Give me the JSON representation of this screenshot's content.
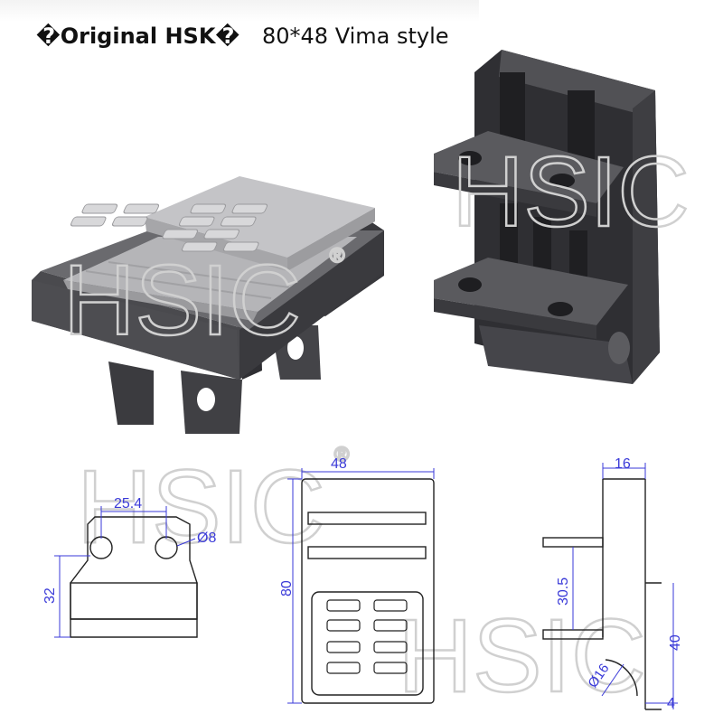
{
  "header": {
    "left_label": "�Original HSK�",
    "right_label": "80*48 Vima style"
  },
  "watermark": {
    "text": "HSIC",
    "mark": "®"
  },
  "drawing_front": {
    "hole_spacing": "25.4",
    "hole_diameter": "Ø8",
    "height": "32"
  },
  "drawing_top": {
    "width": "48",
    "length": "80"
  },
  "drawing_side": {
    "top_width": "16",
    "bracket_gap": "30.5",
    "total_height": "40",
    "base_thickness": "4",
    "radius": "Ø16"
  },
  "colors": {
    "body": "#4a4a4e",
    "body_dark": "#2e2e31",
    "pad": "#b9b9bc",
    "dimension": "#3a3ad8"
  }
}
